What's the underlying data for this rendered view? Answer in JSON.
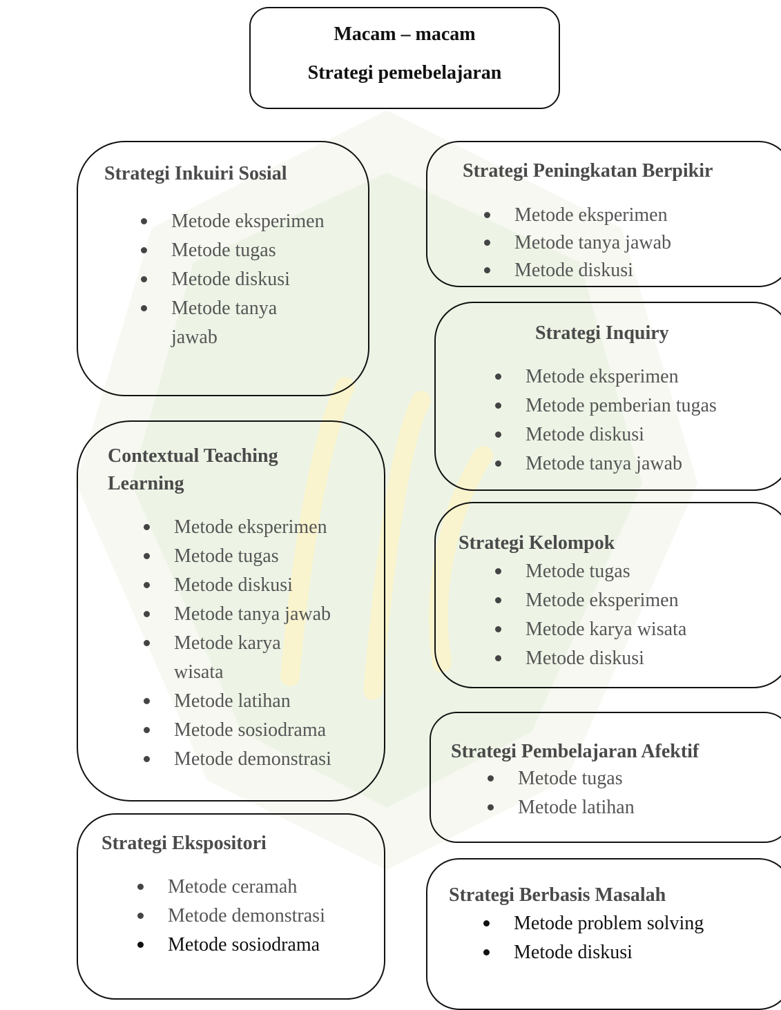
{
  "header": {
    "line1": "Macam – macam",
    "line2": "Strategi pemebelajaran"
  },
  "boxes": [
    {
      "title": "Strategi Inkuiri Sosial",
      "items": [
        "Metode eksperimen",
        "Metode tugas",
        "Metode diskusi",
        "Metode tanya jawab"
      ]
    },
    {
      "title": "Strategi Peningkatan Berpikir",
      "items": [
        "Metode eksperimen",
        "Metode tanya jawab",
        "Metode diskusi"
      ]
    },
    {
      "title": "Strategi Inquiry",
      "items": [
        "Metode eksperimen",
        "Metode pemberian tugas",
        "Metode diskusi",
        "Metode tanya jawab"
      ]
    },
    {
      "title_line1": "Contextual Teaching",
      "title_line2": "Learning",
      "items": [
        "Metode eksperimen",
        "Metode tugas",
        "Metode diskusi",
        "Metode tanya jawab",
        "Metode karya wisata",
        "Metode latihan",
        "Metode sosiodrama",
        "Metode demonstrasi"
      ]
    },
    {
      "title": "Strategi Kelompok",
      "items": [
        "Metode tugas",
        "Metode eksperimen",
        "Metode karya wisata",
        "Metode diskusi"
      ]
    },
    {
      "title": "Strategi Pembelajaran Afektif",
      "items": [
        "Metode tugas",
        "Metode latihan"
      ]
    },
    {
      "title": "Strategi Ekspositori",
      "items": [
        "Metode ceramah",
        "Metode demonstrasi",
        "Metode sosiodrama"
      ]
    },
    {
      "title": "Strategi Berbasis Masalah",
      "items": [
        "Metode problem solving",
        "Metode diskusi"
      ]
    }
  ]
}
